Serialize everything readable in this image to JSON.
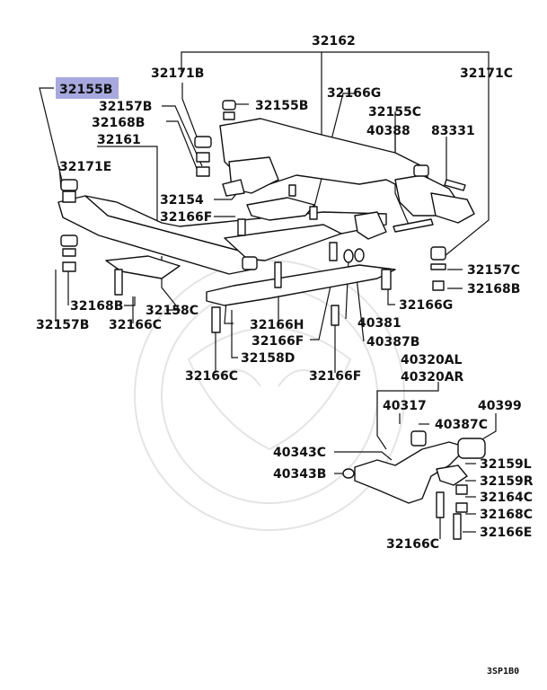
{
  "labels": {
    "l32162": "32162",
    "l32171B": "32171B",
    "l32171C": "32171C",
    "l32155B_hl": "32155B",
    "l32157B_top": "32157B",
    "l32155B": "32155B",
    "l32166G_top": "32166G",
    "l32168B_top": "32168B",
    "l32155C": "32155C",
    "l32161": "32161",
    "l40388": "40388",
    "l83331": "83331",
    "l32171E": "32171E",
    "l32154": "32154",
    "l32166F_a": "32166F",
    "l32157C": "32157C",
    "l32168B_r": "32168B",
    "l32166G_b": "32166G",
    "l32168B_l": "32168B",
    "l32158C": "32158C",
    "l32157B_l": "32157B",
    "l32166C_a": "32166C",
    "l32166H": "32166H",
    "l40381": "40381",
    "l32166F_b": "32166F",
    "l40387B": "40387B",
    "l32158D": "32158D",
    "l32166C_b": "32166C",
    "l32166F_c": "32166F",
    "l40320AL": "40320AL",
    "l40320AR": "40320AR",
    "l40317": "40317",
    "l40399": "40399",
    "l40387C": "40387C",
    "l40343C": "40343C",
    "l32159L": "32159L",
    "l40343B": "40343B",
    "l32159R": "32159R",
    "l32164C": "32164C",
    "l32168C": "32168C",
    "l32166C_c": "32166C",
    "l32166E": "32166E"
  },
  "diagram_code": "3SP1B0",
  "colors": {
    "highlight": "#a7a9de",
    "ink": "#111111"
  }
}
